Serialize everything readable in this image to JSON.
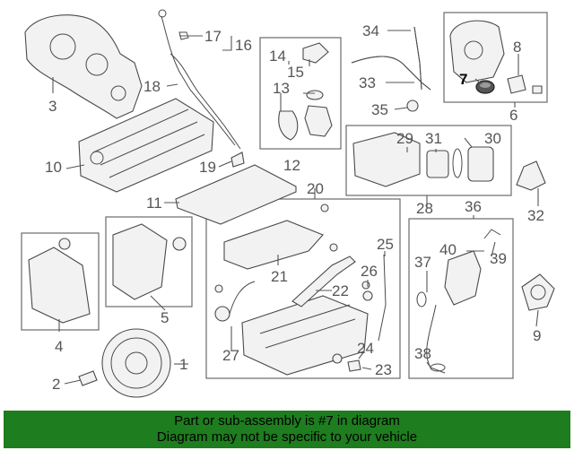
{
  "callouts": {
    "c1": "1",
    "c2": "2",
    "c3": "3",
    "c4": "4",
    "c5": "5",
    "c6": "6",
    "c7": "7",
    "c8": "8",
    "c9": "9",
    "c10": "10",
    "c11": "11",
    "c12": "12",
    "c13": "13",
    "c14": "14",
    "c15": "15",
    "c16": "16",
    "c17": "17",
    "c18": "18",
    "c19": "19",
    "c20": "20",
    "c21": "21",
    "c22": "22",
    "c23": "23",
    "c24": "24",
    "c25": "25",
    "c26": "26",
    "c27": "27",
    "c28": "28",
    "c29": "29",
    "c30": "30",
    "c31": "31",
    "c32": "32",
    "c33": "33",
    "c34": "34",
    "c35": "35",
    "c36": "36",
    "c37": "37",
    "c38": "38",
    "c39": "39",
    "c40": "40"
  },
  "highlighted_part": "7",
  "banner": {
    "line1": "Part or sub-assembly is #7 in diagram",
    "line2": "Diagram may not be specific to your vehicle",
    "background": "#1e7d1e"
  }
}
